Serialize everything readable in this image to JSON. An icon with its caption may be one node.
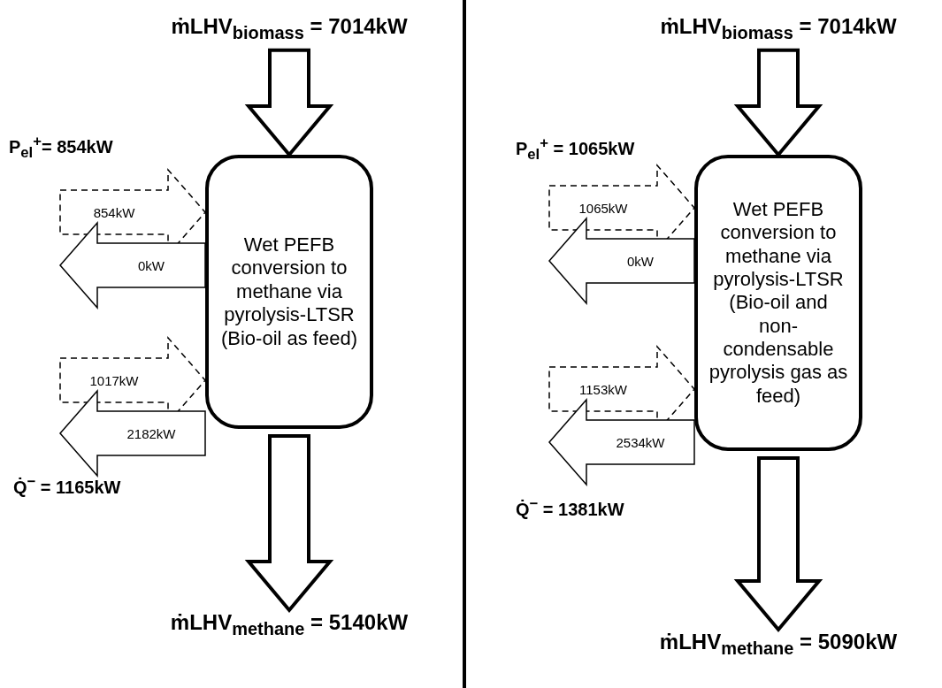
{
  "diagram": {
    "nodes": [
      {
        "text": [
          "ṁLHV$_{biomass}$ = 7014kW"
        ]
      },
      {
        "text": [
          "Wet PEFB conversion to methane via pyrolysis-LTSR (Bio-oil as feed)"
        ]
      },
      {
        "text": [
          "ṁLHV$_{methane}$ = 5140kW"
        ]
      },
      {
        "text": [
          "ṁLHV$_{biomass}$ = 7014kW"
        ]
      },
      {
        "text": [
          "Wet PEFB conversion to methane via pyrolysis-LTSR (Bio-oil and non-condensable pyrolysis gas as feed)"
        ]
      },
      {
        "text": [
          "ṁLHV$_{methane}$ = 5090kW"
        ]
      }
    ],
    "edges": [
      {
        "from": 0,
        "to": 1,
        "arrow": "to"
      },
      {
        "from": 1,
        "to": 2,
        "arrow": "to"
      },
      {
        "from": null,
        "to": 1,
        "arrow": "to",
        "label": "854kW",
        "style": "dashed"
      },
      {
        "from": 1,
        "to": null,
        "arrow": "to",
        "label": "0kW"
      },
      {
        "from": null,
        "to": 1,
        "arrow": "to",
        "label": "1017kW",
        "style": "dashed"
      },
      {
        "from": 1,
        "to": null,
        "arrow": "to",
        "label": "2182kW"
      },
      {
        "from": 3,
        "to": 4,
        "arrow": "to"
      },
      {
        "from": 4,
        "to": 5,
        "arrow": "to"
      },
      {
        "from": null,
        "to": 4,
        "arrow": "to",
        "label": "1065kW",
        "style": "dashed"
      },
      {
        "from": 4,
        "to": null,
        "arrow": "to",
        "label": "0kW"
      },
      {
        "from": null,
        "to": 4,
        "arrow": "to",
        "label": "1153kW",
        "style": "dashed"
      },
      {
        "from": 4,
        "to": null,
        "arrow": "to",
        "label": "2534kW"
      }
    ],
    "labels": [
      "P$_{el}$$^{+}$= 854kW",
      "Q̇$^{−}$ = 1165kW",
      "P$_{el}$$^{+}$ = 1065kW",
      "Q̇$^{−}$ = 1381kW"
    ]
  }
}
